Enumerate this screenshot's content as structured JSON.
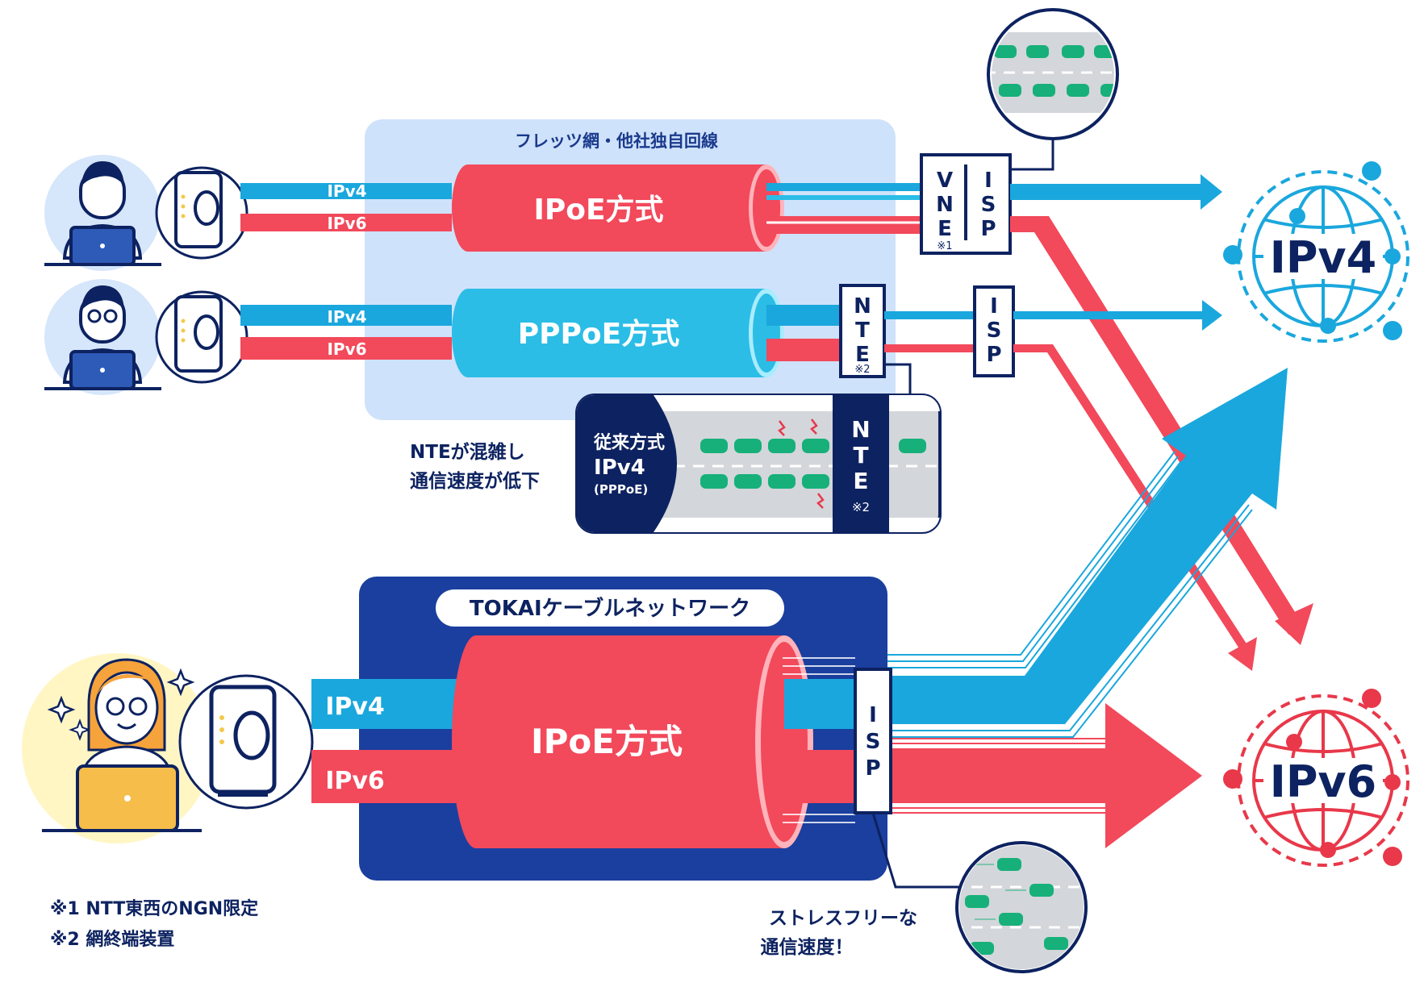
{
  "colors": {
    "navy": "#0d2260",
    "blue": "#1aa7dd",
    "cyan": "#2bbde6",
    "red": "#f2495b",
    "pale_blue": "#cfe2fb",
    "tokai_blue": "#1a3f9e",
    "car": "#17b07a",
    "road": "#d3d6da"
  },
  "flets": {
    "title": "フレッツ網・他社独自回線",
    "ipoe": {
      "label": "IPoE方式",
      "ipv4": "IPv4",
      "ipv6": "IPv6"
    },
    "pppoe": {
      "label": "PPPoE方式",
      "ipv4": "IPv4",
      "ipv6": "IPv6"
    },
    "vne_letters": [
      "V",
      "N",
      "E"
    ],
    "vne_note": "※1",
    "isp_letters": [
      "I",
      "S",
      "P"
    ],
    "nte_letters": [
      "N",
      "T",
      "E"
    ],
    "nte_note": "※2"
  },
  "congestion": {
    "caption_line1": "NTEが混雑し",
    "caption_line2": "通信速度が低下",
    "panel_line1": "従来方式",
    "panel_line2": "IPv4",
    "panel_line3": "(PPPoE)",
    "nte_letters": [
      "N",
      "T",
      "E"
    ],
    "nte_note": "※2"
  },
  "tokai": {
    "title": "TOKAIケーブルネットワーク",
    "label": "IPoE方式",
    "ipv4": "IPv4",
    "ipv6": "IPv6",
    "isp_letters": [
      "I",
      "S",
      "P"
    ],
    "caption_line1": "ストレスフリーな",
    "caption_line2": "通信速度！"
  },
  "globes": {
    "ipv4": "IPv4",
    "ipv6": "IPv6"
  },
  "footnotes": [
    "※1 NTT東西のNGN限定",
    "※2 網終端装置"
  ]
}
